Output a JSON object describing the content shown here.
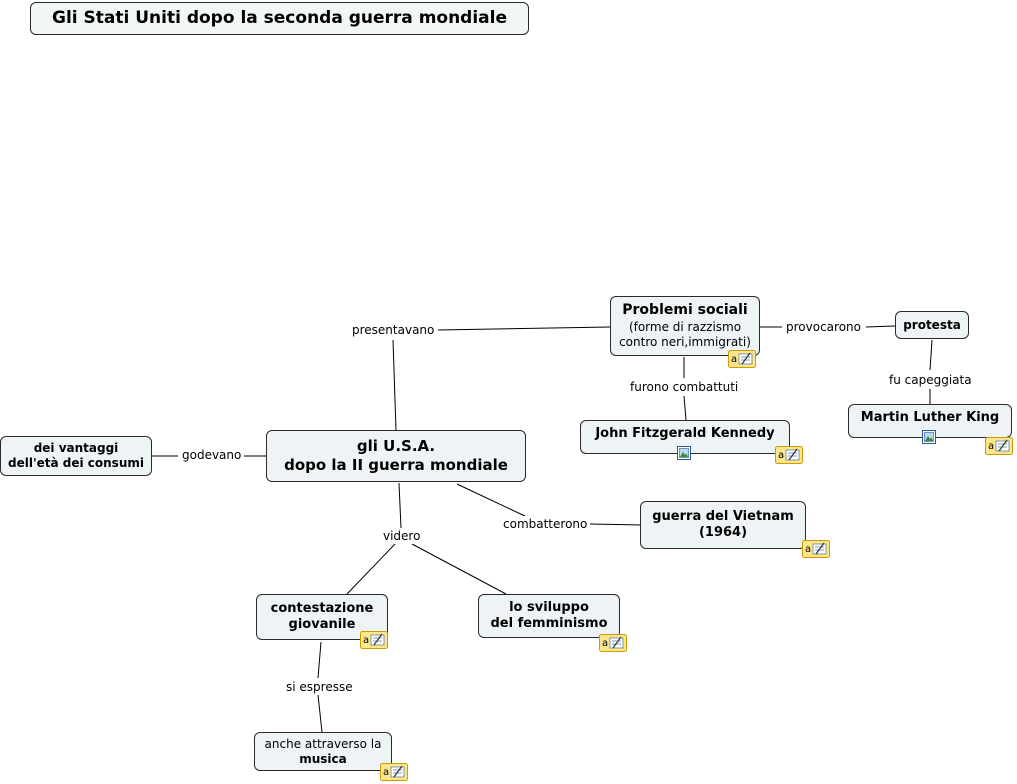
{
  "title": "Gli Stati Uniti dopo la  seconda guerra mondiale",
  "nodes": {
    "usa": {
      "line1": "gli U.S.A.",
      "line2": "dopo la II guerra mondiale"
    },
    "problemi": {
      "title": "Problemi sociali",
      "line1": "(forme di razzismo",
      "line2": "contro neri,immigrati)"
    },
    "protesta": {
      "text": "protesta"
    },
    "mlk": {
      "text": "Martin Luther King"
    },
    "jfk": {
      "text": "John Fitzgerald Kennedy"
    },
    "vantaggi": {
      "line1": "dei vantaggi",
      "line2": "dell'età dei consumi"
    },
    "vietnam": {
      "line1": "guerra del Vietnam",
      "line2": "(1964)"
    },
    "contestazione": {
      "line1": "contestazione",
      "line2": "giovanile"
    },
    "femminismo": {
      "line1": "lo sviluppo",
      "line2": "del femminismo"
    },
    "musica": {
      "line1": "anche attraverso la",
      "line2": "musica"
    }
  },
  "links": {
    "presentavano": "presentavano",
    "provocarono": "provocarono",
    "furono_combattuti": "furono combattuti",
    "fu_capeggiata": "fu capeggiata",
    "godevano": "godevano",
    "combatterono": "combatterono",
    "videro": "videro",
    "si_espresse": "si espresse"
  },
  "icons": {
    "note": "note-icon",
    "image": "image-icon"
  },
  "colors": {
    "node_bg": "#eef3f5",
    "border": "#2a2a2a",
    "note_fill": "#fde68a",
    "note_border": "#c99a0a"
  }
}
